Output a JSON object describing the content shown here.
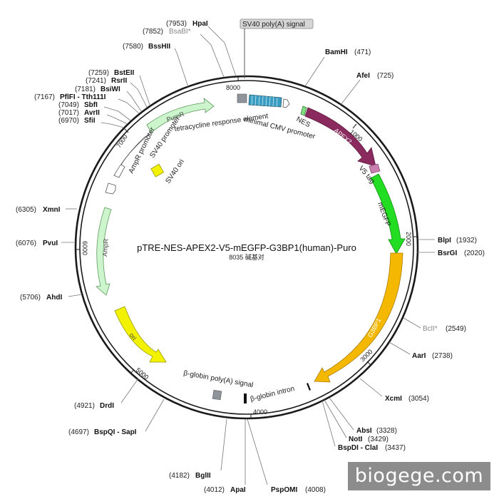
{
  "title": "pTRE-NES-APEX2-V5-mEGFP-G3BP1(human)-Puro",
  "subtitle": "8035 碱基对",
  "watermark": "biogege.com",
  "sv40_polya_box": "SV40 poly(A) signal",
  "ticks": [
    "1000",
    "2000",
    "3000",
    "4000",
    "5000",
    "6000",
    "7000",
    "8000"
  ],
  "enzymes": {
    "hpai": {
      "name": "HpaI",
      "pos": "(7953)"
    },
    "bsabi": {
      "name": "BsaBI*",
      "pos": "(7852)"
    },
    "bsshii": {
      "name": "BssHII",
      "pos": "(7580)"
    },
    "bstei": {
      "name": "BstEII",
      "pos": "(7259)"
    },
    "rsrii": {
      "name": "RsrII",
      "pos": "(7241)"
    },
    "bsiwi": {
      "name": "BsiWI",
      "pos": "(7181)"
    },
    "pflfi": {
      "name": "PflFI - Tth111I",
      "pos": "(7167)"
    },
    "sbfi": {
      "name": "SbfI",
      "pos": "(7049)"
    },
    "avrii": {
      "name": "AvrII",
      "pos": "(7017)"
    },
    "sfii": {
      "name": "SfiI",
      "pos": "(6970)"
    },
    "xmni": {
      "name": "XmnI",
      "pos": "(6305)"
    },
    "pvui": {
      "name": "PvuI",
      "pos": "(6076)"
    },
    "ahdi": {
      "name": "AhdI",
      "pos": "(5706)"
    },
    "drdi": {
      "name": "DrdI",
      "pos": "(4921)"
    },
    "bspqi": {
      "name": "BspQI - SapI",
      "pos": "(4697)"
    },
    "bglii": {
      "name": "BglII",
      "pos": "(4182)"
    },
    "apai": {
      "name": "ApaI",
      "pos": "(4012)"
    },
    "pspomi": {
      "name": "PspOMI",
      "pos": "(4008)"
    },
    "bamhi": {
      "name": "BamHI",
      "pos": "(471)"
    },
    "afei": {
      "name": "AfeI",
      "pos": "(725)"
    },
    "blpi": {
      "name": "BlpI",
      "pos": "(1932)"
    },
    "bsrgi": {
      "name": "BsrGI",
      "pos": "(2020)"
    },
    "bcli": {
      "name": "BclI*",
      "pos": "(2549)"
    },
    "aari": {
      "name": "AarI",
      "pos": "(2738)"
    },
    "xcmi": {
      "name": "XcmI",
      "pos": "(3054)"
    },
    "absi": {
      "name": "AbsI",
      "pos": "(3328)"
    },
    "noti": {
      "name": "NotI",
      "pos": "(3429)"
    },
    "bspdi": {
      "name": "BspDI - ClaI",
      "pos": "(3437)"
    }
  },
  "features": {
    "puror": "PuroR",
    "tre": "tetracycline response element",
    "nes": "NES",
    "min_cmv": "minimal CMV promoter",
    "apex2": "APEX2",
    "v5": "V5 tag",
    "megfp": "mEGFP",
    "g3bp1": "G3BP1",
    "bglobin_intron": "β-globin intron",
    "bglobin_polya": "β-globin poly(A) signal",
    "ori": "ori",
    "ampr": "AmpR",
    "ampr_promoter": "AmpR promoter",
    "sv40_promoter": "SV40 promoter",
    "sv40_ori": "SV40 ori"
  },
  "colors": {
    "backbone": "#1a1a1a",
    "apex2": "#8b2a5e",
    "megfp": "#22dd22",
    "g3bp1": "#f5b800",
    "ori": "#f2f200",
    "ampr": "#cdf5cd",
    "puror": "#cdf5cd",
    "tre": "#3a9ec2",
    "grey_box": "#8e9499",
    "v5": "#c97fb0"
  }
}
